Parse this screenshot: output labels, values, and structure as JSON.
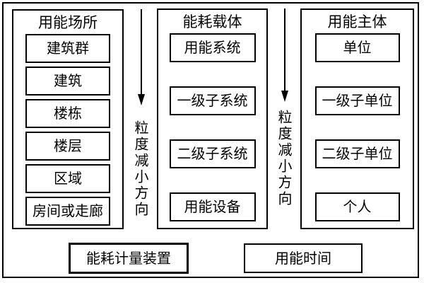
{
  "diagram": {
    "columns": [
      {
        "title": "用能场所",
        "items": [
          "建筑群",
          "建筑",
          "楼栋",
          "楼层",
          "区域",
          "房间或走廊"
        ]
      },
      {
        "title": "能耗载体",
        "items": [
          "用能系统",
          "一级子系统",
          "二级子系统",
          "用能设备"
        ]
      },
      {
        "title": "用能主体",
        "items": [
          "单位",
          "一级子单位",
          "二级子单位",
          "个人"
        ]
      }
    ],
    "arrows": [
      {
        "label": "粒度减小方向",
        "direction": "down"
      },
      {
        "label": "粒度减小方向",
        "direction": "down"
      }
    ],
    "bottom_boxes": [
      {
        "label": "能耗计量装置"
      },
      {
        "label": "用能时间"
      }
    ],
    "colors": {
      "line": "#000000",
      "background": "#ffffff"
    }
  }
}
